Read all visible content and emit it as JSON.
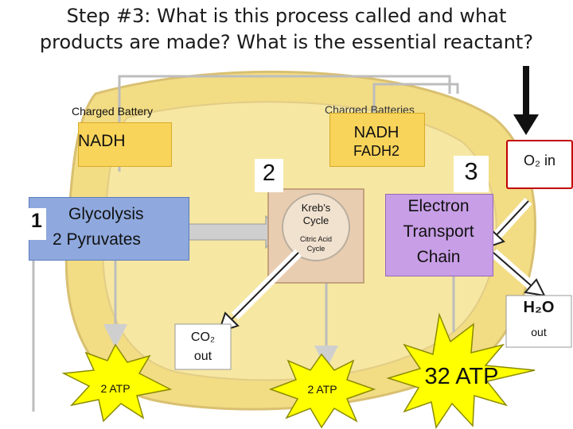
{
  "heading": {
    "line1": "Step #3:  What is this process called and what",
    "line2": "products are made? What is the essential reactant?"
  },
  "labels": {
    "charged_battery": "Charged Battery",
    "charged_batteries": "Charged Batteries",
    "nadh": "NADH",
    "nadh2": "NADH",
    "fadh2": "FADH2",
    "step1": "1",
    "glycolysis": "Glycolysis",
    "pyruvates": "2 Pyruvates",
    "step2": "2",
    "krebs": "Kreb’s",
    "cycle": "Cycle",
    "citric_acid": "Citric Acid",
    "cycle_small": "Cycle",
    "step3": "3",
    "etc1": "Electron",
    "etc2": "Transport",
    "etc3": "Chain",
    "o2_in": "O₂ in",
    "h2o": "H₂O",
    "out": "out",
    "co2": "CO₂",
    "co2_out": "out",
    "atp_glycolysis": "2 ATP",
    "atp_krebs": "2 ATP",
    "atp_etc": "32 ATP"
  },
  "colors": {
    "mitochondria_outer": "#f2dc84",
    "mitochondria_inner": "#f6e7a2",
    "yellow_box": "#f9d45a",
    "blue_box": "#8fa9de",
    "krebs_box": "#e9cdb0",
    "purple_box": "#c89ee6",
    "starburst": "#ffff00",
    "arrow": "#c9c9c9",
    "o2_border": "#c00000"
  }
}
